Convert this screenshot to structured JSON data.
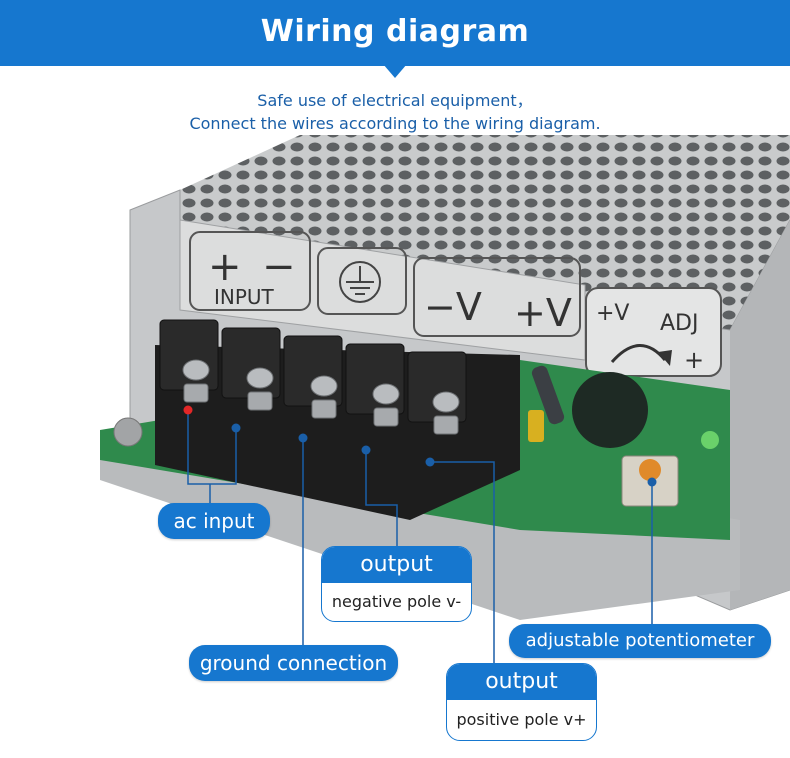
{
  "header": {
    "title": "Wiring diagram"
  },
  "intro": {
    "line1": "Safe use of electrical equipment，",
    "line2": "Connect the wires according to the wiring diagram."
  },
  "panel": {
    "input_plus": "+",
    "input_minus": "−",
    "input_label": "INPUT",
    "out_neg": "−V",
    "out_pos": "+V",
    "adj_pos": "+V",
    "adj_label": "ADJ",
    "adj_plus": "+"
  },
  "callouts": {
    "ac_input": "ac input",
    "ground": "ground connection",
    "adjustable": "adjustable potentiometer",
    "output_neg_title": "output",
    "output_neg_desc": "negative pole v-",
    "output_pos_title": "output",
    "output_pos_desc": "positive pole v+"
  },
  "colors": {
    "accent": "#1677cf",
    "intro_text": "#1a5fa8",
    "leader": "#1a5fa8",
    "pcb": "#2f8a4c"
  }
}
